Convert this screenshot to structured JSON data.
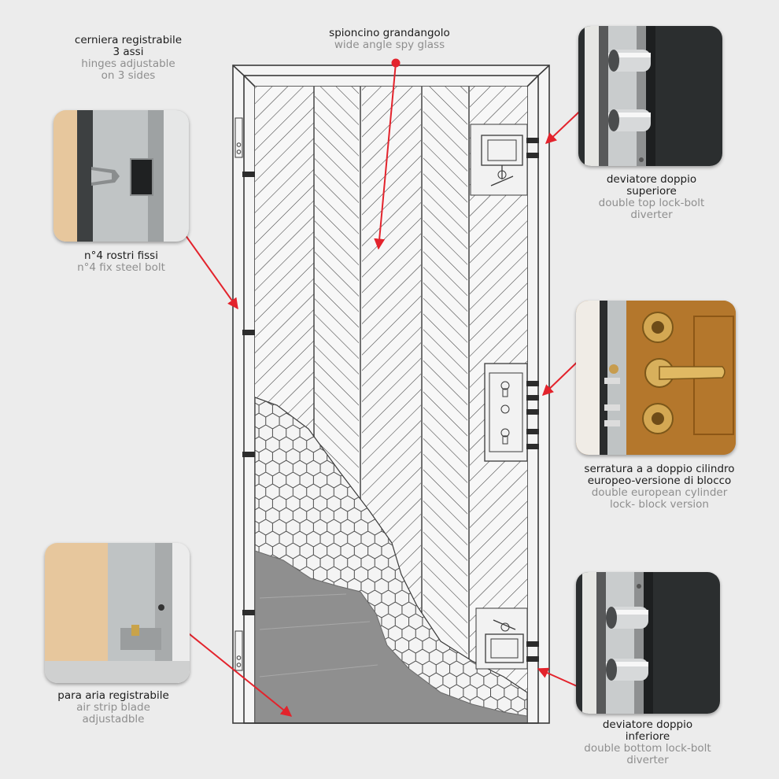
{
  "callouts": [
    {
      "id": "hinges",
      "it": "cerniera registrabile\n3 assi",
      "en": "hinges adjustable\non 3 sides"
    },
    {
      "id": "spy",
      "it": "spioncino grandangolo",
      "en": "wide angle spy glass"
    },
    {
      "id": "top-diverter",
      "it": "deviatore doppio\nsuperiore",
      "en": "double top lock-bolt\ndiverter"
    },
    {
      "id": "steel-bolt",
      "it": "n°4 rostri fissi",
      "en": "n°4 fix steel bolt"
    },
    {
      "id": "lock",
      "it": "serratura a a doppio cilindro\neuropeo-versione di blocco",
      "en": "double european cylinder\nlock- block version"
    },
    {
      "id": "air-strip",
      "it": "para aria registrabile",
      "en": "air strip blade\nadjustadble"
    },
    {
      "id": "bottom-diverter",
      "it": "deviatore doppio\ninferiore",
      "en": "double bottom lock-bolt\ndiverter"
    }
  ],
  "colors": {
    "background": "#ececec",
    "arrow": "#e3232c",
    "frame": "#3a3a3a",
    "filler_grey": "#8f8f8f",
    "wood": "#e5c29a",
    "steel": "#bfc3c4"
  }
}
